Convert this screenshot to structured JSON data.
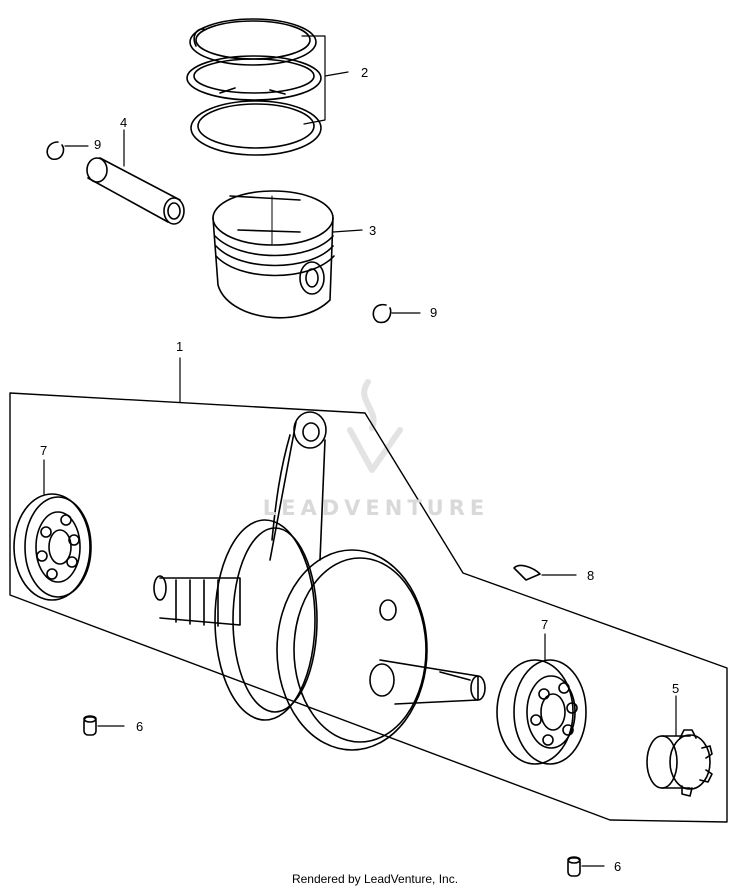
{
  "watermark": {
    "text": "LEADVENTURE"
  },
  "footer": {
    "text": "Rendered by LeadVenture, Inc."
  },
  "callouts": {
    "c1": "1",
    "c2": "2",
    "c3": "3",
    "c4": "4",
    "c5": "5",
    "c6a": "6",
    "c6b": "6",
    "c7a": "7",
    "c7b": "7",
    "c8": "8",
    "c9a": "9",
    "c9b": "9"
  }
}
